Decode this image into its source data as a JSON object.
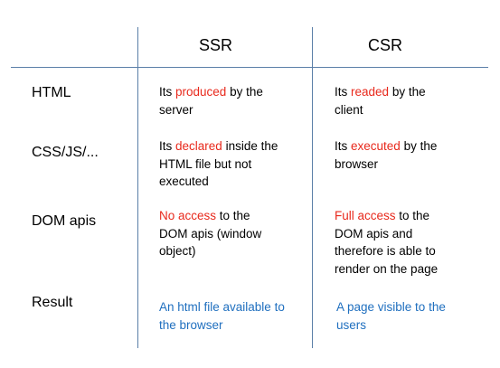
{
  "headers": {
    "ssr": "SSR",
    "csr": "CSR"
  },
  "colors": {
    "highlight": "#e8291c",
    "result": "#1f6fbf",
    "lines": "#5b7fa8"
  },
  "rows": {
    "html": {
      "label": "HTML",
      "ssr": {
        "pre": "Its ",
        "hl": "produced",
        "post": " by the server"
      },
      "csr": {
        "pre": "Its ",
        "hl": "readed",
        "post": " by the client"
      }
    },
    "cssjs": {
      "label": "CSS/JS/...",
      "ssr": {
        "pre": "Its ",
        "hl": "declared",
        "post": " inside the HTML file but not executed"
      },
      "csr": {
        "pre": "Its ",
        "hl": "executed",
        "post": " by the browser"
      }
    },
    "dom": {
      "label": "DOM apis",
      "ssr": {
        "pre": "",
        "hl": "No access",
        "post": " to the DOM apis (window object)"
      },
      "csr": {
        "pre": "",
        "hl": "Full access",
        "post": " to the DOM apis and therefore is able to render on the page"
      }
    },
    "result": {
      "label": "Result",
      "ssr": "An html file available to the browser",
      "csr": "A page visible to the users"
    }
  }
}
